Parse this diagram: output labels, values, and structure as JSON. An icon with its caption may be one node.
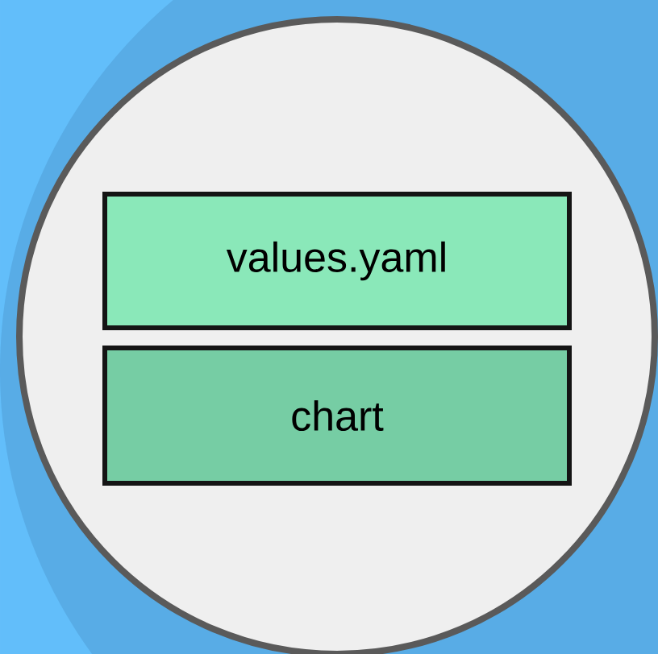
{
  "diagram": {
    "nodes": [
      {
        "text": [],
        "shape": "circle"
      },
      {
        "text": [
          "values.yaml"
        ],
        "in": 0
      },
      {
        "text": [
          "chart"
        ],
        "in": 0
      }
    ]
  }
}
